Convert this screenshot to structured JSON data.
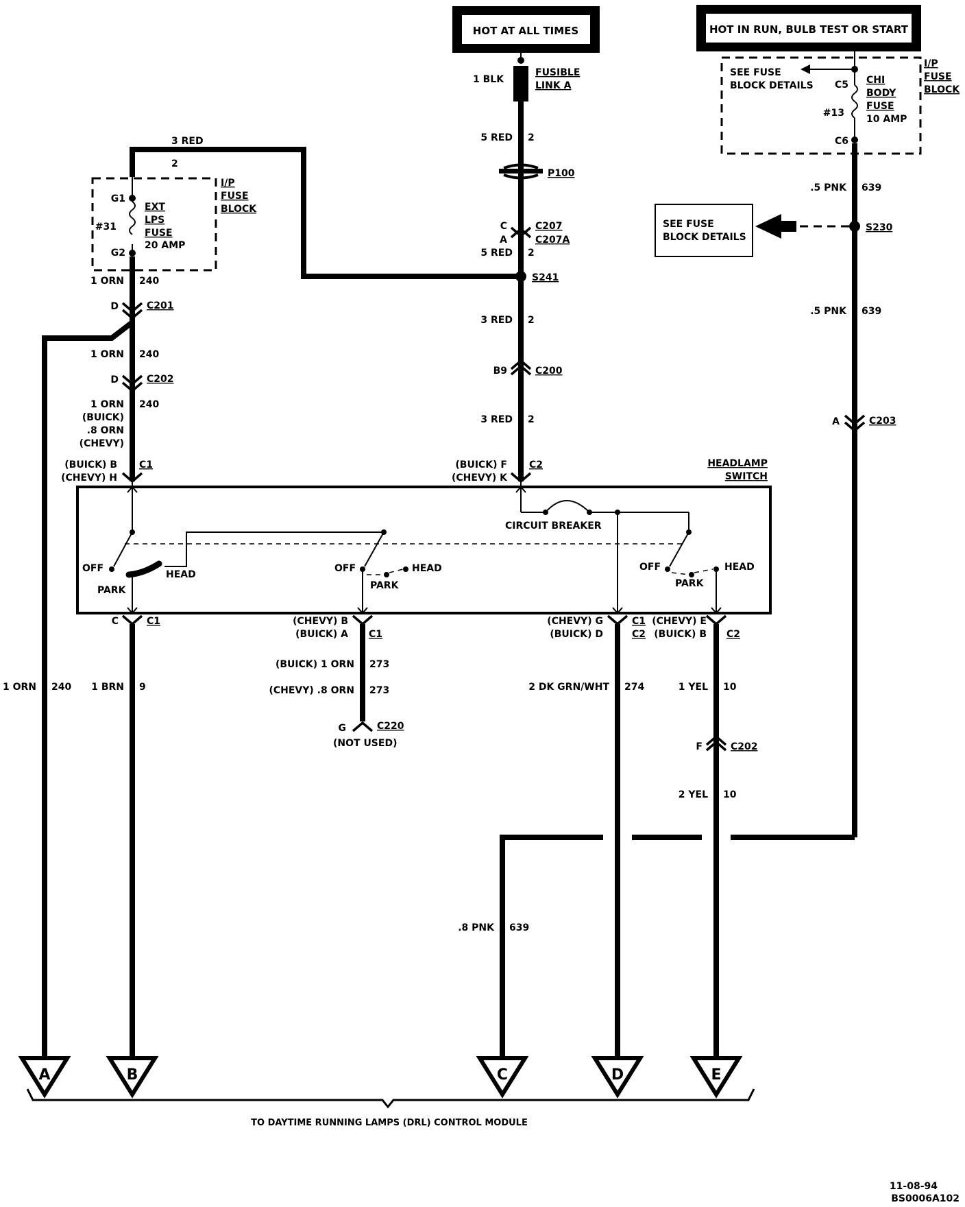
{
  "power_boxes": {
    "hot_at_all_times": "HOT AT ALL TIMES",
    "hot_in_run": "HOT IN RUN, BULB TEST OR START"
  },
  "fusible_link": {
    "line1": "FUSIBLE",
    "line2": "LINK A",
    "wire": "1  BLK"
  },
  "left_fuse_block": {
    "title1": "I/P",
    "title2": "FUSE",
    "title3": "BLOCK",
    "pin_top": "G1",
    "pin_bottom": "G2",
    "fuse_num": "#31",
    "name1": "EXT",
    "name2": "LPS",
    "name3": "FUSE",
    "rating": "20 AMP"
  },
  "right_fuse_block": {
    "title1": "I/P",
    "title2": "FUSE",
    "title3": "BLOCK",
    "see_details1": "SEE FUSE",
    "see_details2": "BLOCK DETAILS",
    "pin_top": "C5",
    "pin_bottom": "C6",
    "fuse_num": "#13",
    "name1": "CHI",
    "name2": "BODY",
    "name3": "FUSE",
    "rating": "10 AMP"
  },
  "see_fuse_box": {
    "line1": "SEE FUSE",
    "line2": "BLOCK DETAILS"
  },
  "wires": {
    "top_red": "3 RED",
    "top_red_num": "2",
    "orn_240a_gauge": "1 ORN",
    "orn_240a_num": "240",
    "orn_240b_gauge": "1 ORN",
    "orn_240b_num": "240",
    "orn_240c_gauge": "1  ORN",
    "orn_240c_num": "240",
    "buick": "(BUICK)",
    "orn_08": ".8 ORN",
    "chevy": "(CHEVY)",
    "red5a_gauge": "5 RED",
    "red5a_num": "2",
    "red5b_gauge": "5 RED",
    "red5b_num": "2",
    "red3a_gauge": "3 RED",
    "red3a_num": "2",
    "red3b_gauge": "3 RED",
    "red3b_num": "2",
    "pnk_a_gauge": ".5 PNK",
    "pnk_a_num": "639",
    "pnk_b_gauge": ".5 PNK",
    "pnk_b_num": "639",
    "orn_left_gauge": "1 ORN",
    "orn_left_num": "240",
    "brn_gauge": "1 BRN",
    "brn_num": "9",
    "orn273_buick": "(BUICK)  1  ORN",
    "orn273_chevy": "(CHEVY)  .8  ORN",
    "orn273_num": "273",
    "grn_gauge": "2 DK GRN/WHT",
    "grn_num": "274",
    "yel1_gauge": "1 YEL",
    "yel1_num": "10",
    "yel2_gauge": "2 YEL",
    "yel2_num": "10",
    "pnk08_gauge": ".8 PNK",
    "pnk08_num": "639"
  },
  "connectors": {
    "c201_pin": "D",
    "c201": "C201",
    "c202_pin": "D",
    "c202": "C202",
    "c207_pin": "C",
    "c207": "C207",
    "c207a_pin": "A",
    "c207a": "C207A",
    "c200_pin": "B9",
    "c200": "C200",
    "c203_pin": "A",
    "c203": "C203",
    "c202f_pin": "F",
    "c202f": "C202",
    "c220_pin": "G",
    "c220": "C220",
    "not_used": "(NOT USED)",
    "p100": "P100",
    "s241": "S241",
    "s230": "S230"
  },
  "headlamp_switch": {
    "title1": "HEADLAMP",
    "title2": "SWITCH",
    "top_left_buick": "(BUICK) B",
    "top_left_chevy": "(CHEVY) H",
    "top_left_conn": "C1",
    "top_mid_buick": "(BUICK)  F",
    "top_mid_chevy": "(CHEVY)  K",
    "top_mid_conn": "C2",
    "circuit_breaker": "CIRCUIT BREAKER",
    "off": "OFF",
    "park": "PARK",
    "head": "HEAD",
    "bot1_pin": "C",
    "bot1_conn": "C1",
    "bot2_chevy": "(CHEVY) B",
    "bot2_buick": "(BUICK)  A",
    "bot2_conn": "C1",
    "bot3_chevy": "(CHEVY)  G",
    "bot3_buick": "(BUICK)  D",
    "bot3_conn1": "C1",
    "bot3_conn2": "C2",
    "bot4_chevy": "(CHEVY)  E",
    "bot4_buick": "(BUICK)  B",
    "bot4_conn": "C2"
  },
  "terminals": [
    "A",
    "B",
    "C",
    "D",
    "E"
  ],
  "footer": {
    "module": "TO  DAYTIME  RUNNING  LAMPS  (DRL)  CONTROL  MODULE",
    "date": "11-08-94",
    "code": "BS0006A102"
  }
}
